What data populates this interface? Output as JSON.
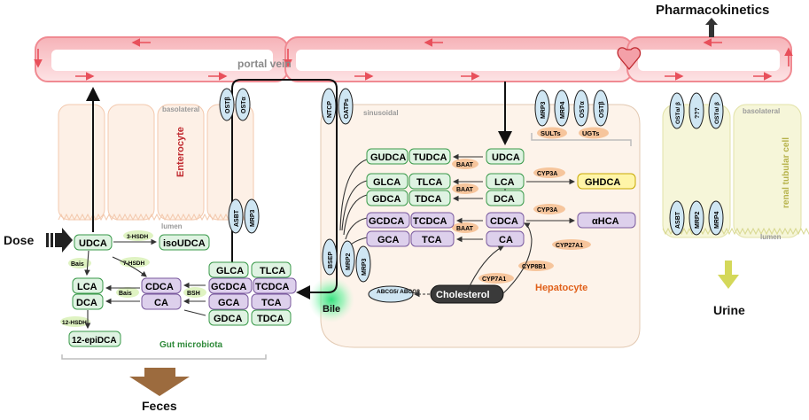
{
  "titles": {
    "pharmacokinetics": "Pharmacokinetics",
    "portal_vein": "portal vein",
    "sinusoidal": "sinusoidal",
    "basolateral_left": "basolateral",
    "basolateral_right": "basolateral",
    "enterocyte": "Enterocyte",
    "lumen_left": "lumen",
    "lumen_right": "lumen",
    "renal": "renal tubular cell",
    "hepatocyte": "Hepatocyte",
    "gut_microbiota": "Gut microbiota",
    "bile": "Bile",
    "dose": "Dose",
    "urine": "Urine",
    "feces": "Feces"
  },
  "transporters": {
    "ost_beta": "OSTβ",
    "ost_alpha": "OSTα",
    "ntcp": "NTCP",
    "oatps": "OATPs",
    "mrp3": "MRP3",
    "mrp4": "MRP4",
    "ost_alpha_h": "OSTα",
    "ost_beta_h": "OSTβ",
    "asbt_int": "ASBT",
    "mrp3_int": "MRP3",
    "bsep": "BSEP",
    "mrp2": "MRP2",
    "mrp3_h": "MRP3",
    "abcg": "ABCG5/ ABCG8",
    "ostab_1": "OSTα/ β",
    "unknown": "???",
    "ostab_2": "OSTα/ β",
    "asbt_r": "ASBT",
    "mrp2_r": "MRP2",
    "mrp4_r": "MRP4",
    "sults": "SULTs",
    "ugts": "UGTs"
  },
  "enzymes": {
    "baat1": "BAAT",
    "baat2": "BAAT",
    "baat3": "BAAT",
    "cyp3a_1": "CYP3A",
    "cyp3a_2": "CYP3A",
    "cyp27a1": "CYP27A1",
    "cyp8b1": "CYP8B1",
    "cyp7a1": "CYP7A1",
    "hsdh3": "3-HSDH",
    "hsdh7": "7-HSDH",
    "hsdh12": "12-HSDH",
    "bais1": "Bais",
    "bais2": "Bais",
    "bsh": "BSH"
  },
  "liver_acids": {
    "gudca": "GUDCA",
    "tudca": "TUDCA",
    "udca": "UDCA",
    "glca": "GLCA",
    "tlca": "TLCA",
    "lca": "LCA",
    "gdca": "GDCA",
    "tdca": "TDCA",
    "dca": "DCA",
    "ghdca": "GHDCA",
    "gcdca": "GCDCA",
    "tcdca": "TCDCA",
    "cdca": "CDCA",
    "ahca": "αHCA",
    "gca": "GCA",
    "tca": "TCA",
    "ca": "CA",
    "cholesterol": "Cholesterol"
  },
  "gut_acids": {
    "udca": "UDCA",
    "isoudca": "isoUDCA",
    "lca": "LCA",
    "dca": "DCA",
    "cdca": "CDCA",
    "ca": "CA",
    "glca": "GLCA",
    "tlca": "TLCA",
    "gcdca": "GCDCA",
    "tcdca": "TCDCA",
    "gca": "GCA",
    "tca": "TCA",
    "gdca": "GDCA",
    "tdca": "TDCA",
    "epidca": "12-epiDCA"
  },
  "colors": {
    "green_box": "#dff3e2",
    "green_border": "#3a9a4a",
    "purple_box": "#ddd0ec",
    "purple_border": "#7a5a9e",
    "transporter_fill": "#cfe6f3",
    "enzyme_fill": "#f6c59c",
    "portal_red": "#e8505b",
    "hepatocyte_bg": "#fdf3ea",
    "enterocyte_text": "#c0282e",
    "renal_text": "#b6b24a",
    "gut_text": "#2f8a3a",
    "hepatocyte_text": "#e0601a"
  }
}
